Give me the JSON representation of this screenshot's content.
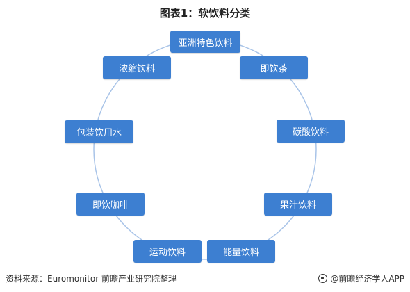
{
  "title": "图表1：软饮料分类",
  "nodes": [
    {
      "id": "asian",
      "label": "亚洲特色饮料"
    },
    {
      "id": "instant",
      "label": "即饮茶"
    },
    {
      "id": "carbonated",
      "label": "碳酸饮料"
    },
    {
      "id": "juice",
      "label": "果汁饮料"
    },
    {
      "id": "energy",
      "label": "能量饮料"
    },
    {
      "id": "sports",
      "label": "运动饮料"
    },
    {
      "id": "coffee",
      "label": "即饮咖啡"
    },
    {
      "id": "water",
      "label": "包装饮用水"
    },
    {
      "id": "concentrate",
      "label": "浓缩饮料"
    }
  ],
  "footer": {
    "source": "资料来源：Euromonitor 前瞻产业研究院整理",
    "brand": "@前瞻经济学人APP"
  },
  "colors": {
    "node_fill": "#3d7fd1",
    "ring_stroke": "#a9c4e8"
  }
}
